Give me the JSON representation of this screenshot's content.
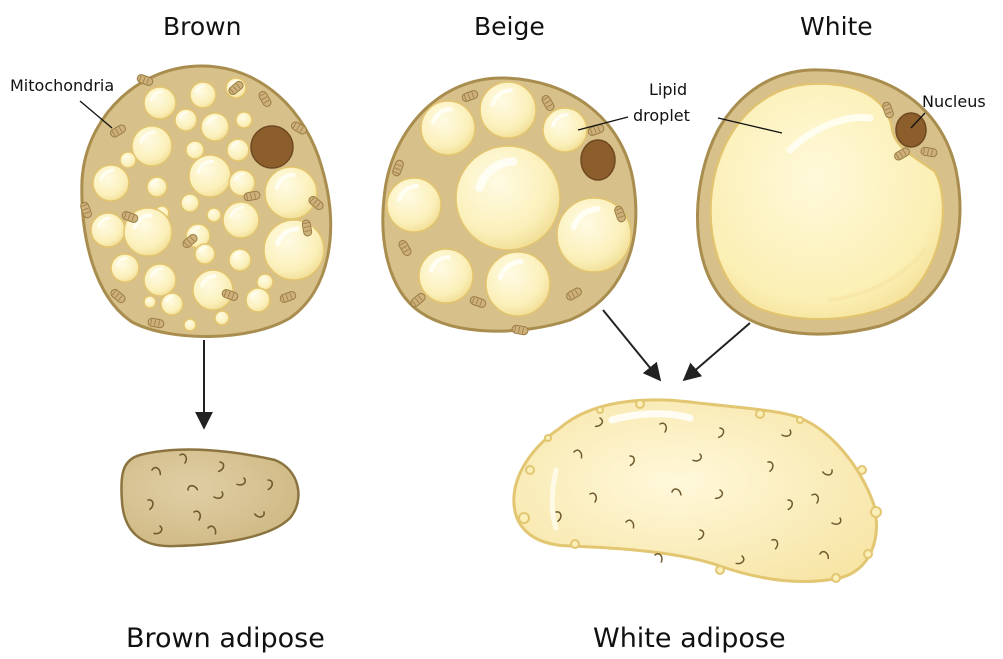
{
  "labels": {
    "brown": "Brown",
    "beige": "Beige",
    "white": "White",
    "mitochondria": "Mitochondria",
    "lipid_line1": "Lipid",
    "lipid_line2": "droplet",
    "nucleus": "Nucleus",
    "brown_adipose": "Brown adipose",
    "white_adipose": "White adipose"
  },
  "colors": {
    "cytoplasm": "#d7c089",
    "membrane": "#a88d4e",
    "lipid_fill": "#fbf1bd",
    "lipid_edge": "#e3c46e",
    "nucleus": "#8b5e2b",
    "brown_tissue": "#d8c393",
    "white_tissue": "#fbefb8",
    "arrow": "#222222"
  }
}
